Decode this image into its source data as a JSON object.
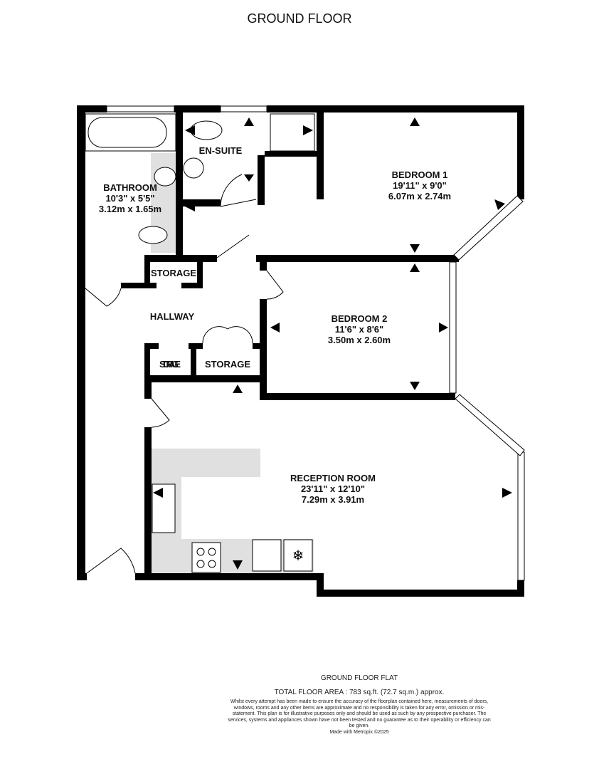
{
  "title": "GROUND FLOOR",
  "rooms": {
    "bathroom": {
      "name": "BATHROOM",
      "imperial": "10'3\"  x 5'5\"",
      "metric": "3.12m  x 1.65m"
    },
    "ensuite": {
      "name": "EN-SUITE"
    },
    "bedroom1": {
      "name": "BEDROOM 1",
      "imperial": "19'11\"  x 9'0\"",
      "metric": "6.07m  x 2.74m"
    },
    "bedroom2": {
      "name": "BEDROOM 2",
      "imperial": "11'6\"  x 8'6\"",
      "metric": "3.50m  x 2.60m"
    },
    "hallway": {
      "name": "HALLWAY"
    },
    "storage1": {
      "name": "STORAGE"
    },
    "storage2": {
      "name": "STORAGE"
    },
    "storage3": {
      "name": "STORAGE"
    },
    "reception": {
      "name": "RECEPTION ROOM",
      "imperial": "23'11\"  x 12'10\"",
      "metric": "7.29m  x 3.91m"
    }
  },
  "footer": {
    "floor_name": "GROUND FLOOR FLAT",
    "total_area": "TOTAL FLOOR AREA : 783 sq.ft. (72.7 sq.m.) approx.",
    "disclaimer": "Whilst every attempt has been made to ensure the accuracy of the floorplan contained here, measurements of doors, windows, rooms and any other items are approximate and no responsibility is taken for any error, omission or mis-statement. This plan is for illustrative purposes only and should be used as such by any prospective purchaser. The services, systems and appliances shown have not been tested and no guarantee as to their operability or efficiency can be given.",
    "credit": "Made with Metropix ©2025"
  },
  "colors": {
    "wall": "#000000",
    "fixture_fill": "#e0e0e0"
  }
}
